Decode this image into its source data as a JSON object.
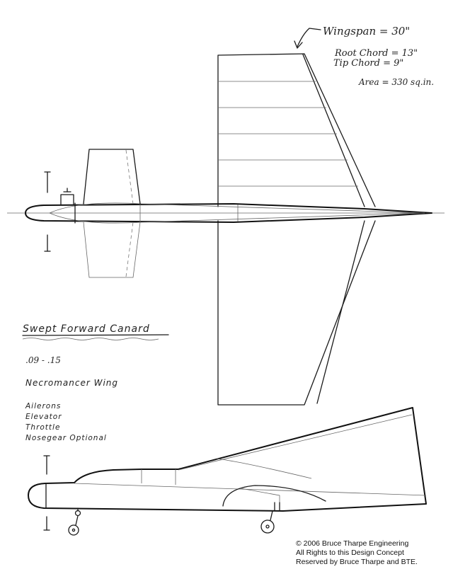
{
  "specs": {
    "wingspan": "Wingspan = 30\"",
    "root_chord": "Root Chord = 13\"",
    "tip_chord": "Tip Chord = 9\"",
    "area": "Area = 330 sq.in."
  },
  "design": {
    "title": "Swept Forward Canard",
    "engine": ".09 - .15",
    "wing": "Necromancer Wing"
  },
  "controls": [
    "Ailerons",
    "Elevator",
    "Throttle",
    "Nosegear Optional"
  ],
  "copyright": {
    "line1": "© 2006 Bruce Tharpe Engineering",
    "line2": "All Rights to this Design Concept",
    "line3": "Reserved by Bruce Tharpe and BTE."
  }
}
